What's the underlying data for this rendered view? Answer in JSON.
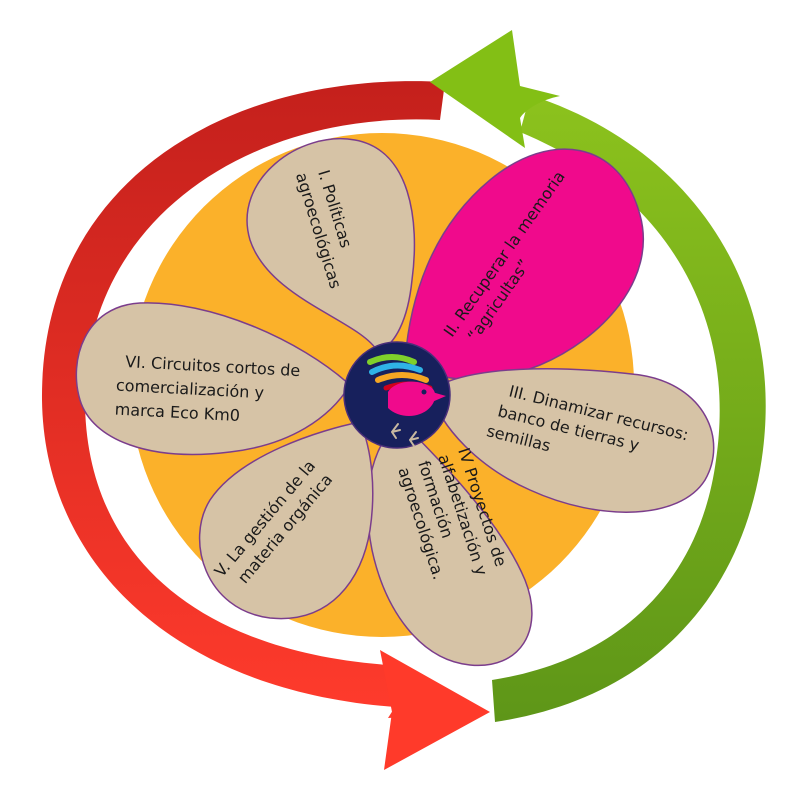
{
  "petals": [
    {
      "lines": [
        "I. Políticas",
        "agroecológicas"
      ]
    },
    {
      "lines": [
        "II. Recuperar la memoria",
        "“agricultas”"
      ]
    },
    {
      "lines": [
        "III. Dinamizar recursos:",
        "banco de tierras y",
        "semillas"
      ]
    },
    {
      "lines": [
        "IV Proyectos de",
        "alfabetización y",
        "formación",
        "agroecológica."
      ]
    },
    {
      "lines": [
        "V. La gestión de la",
        "materia orgánica"
      ]
    },
    {
      "lines": [
        "VI. Circuitos cortos de",
        "comercialización y",
        "marca Eco Km0"
      ]
    }
  ],
  "colors": {
    "sun": "#fbb12a",
    "petal": "#d6c3a6",
    "petal_stroke": "#7b3d8c",
    "highlight_petal": "#f00a8c",
    "center": "#17205c",
    "arrow_red": "#e3281e",
    "arrow_green": "#7fb51b"
  },
  "logo": {
    "icon": "bird-logo-icon"
  }
}
